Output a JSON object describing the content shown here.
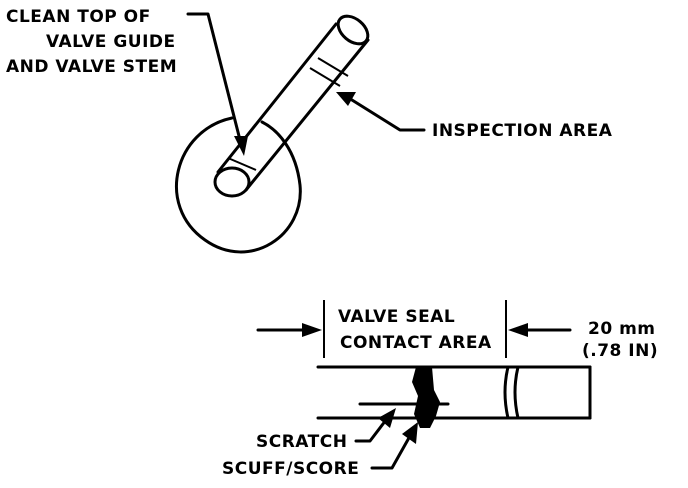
{
  "labels": {
    "clean_line1": "CLEAN TOP OF",
    "clean_line2": "VALVE GUIDE",
    "clean_line3": "AND VALVE STEM",
    "inspection": "INSPECTION AREA",
    "seal_line1": "VALVE SEAL",
    "seal_line2": "CONTACT AREA",
    "dim_line1": "20 mm",
    "dim_line2": "(.78 IN)",
    "scratch": "SCRATCH",
    "scuff": "SCUFF/SCORE"
  }
}
